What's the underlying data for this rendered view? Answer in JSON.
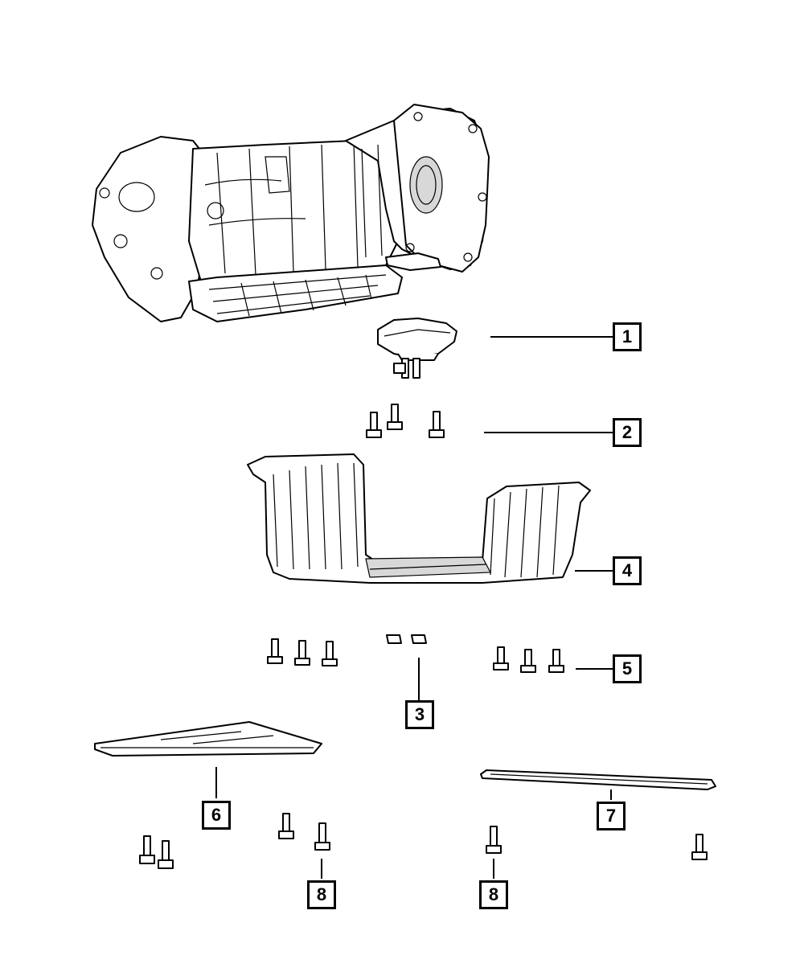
{
  "callouts": [
    {
      "id": "1",
      "label": "1"
    },
    {
      "id": "2",
      "label": "2"
    },
    {
      "id": "3",
      "label": "3"
    },
    {
      "id": "4",
      "label": "4"
    },
    {
      "id": "5",
      "label": "5"
    },
    {
      "id": "6",
      "label": "6"
    },
    {
      "id": "7",
      "label": "7"
    },
    {
      "id": "8a",
      "label": "8"
    },
    {
      "id": "8b",
      "label": "8"
    }
  ],
  "parts": {
    "transmission": "transmission-assembly",
    "mount": "transmission-mount",
    "crossmember": "transmission-crossmember",
    "plate_left": "skid-plate-left",
    "plate_right": "skid-plate-right",
    "icons": [
      "bolt-icon",
      "nut-icon"
    ]
  }
}
